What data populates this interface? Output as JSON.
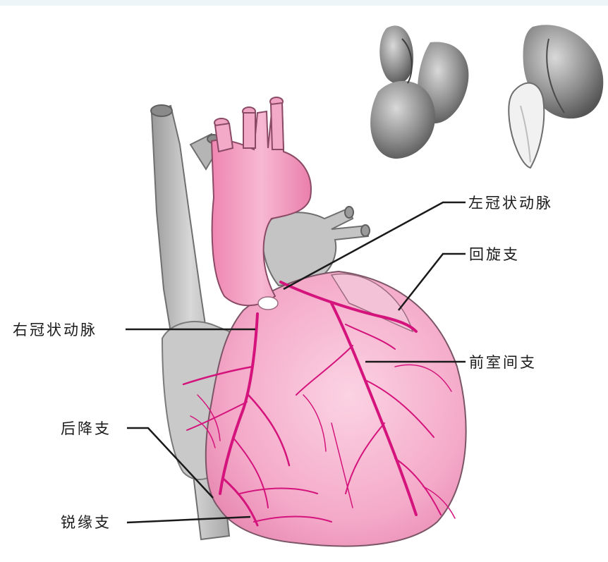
{
  "labels": {
    "left_coronary_artery": "左冠状动脉",
    "circumflex_branch": "回旋支",
    "right_coronary_artery": "右冠状动脉",
    "anterior_interventricular_branch": "前室间支",
    "posterior_descending_branch": "后降支",
    "marginal_branch": "锐缘支"
  },
  "colors": {
    "heart_pink": "#f6b3cd",
    "aorta_pink": "#f08bb4",
    "artery_magenta": "#d4147c",
    "vessel_gray": "#bdbdbd",
    "leader_line": "#1a1a1a"
  },
  "icons": {
    "almond_cluster": "almond-cluster-icon",
    "almond_split": "almond-split-icon"
  }
}
